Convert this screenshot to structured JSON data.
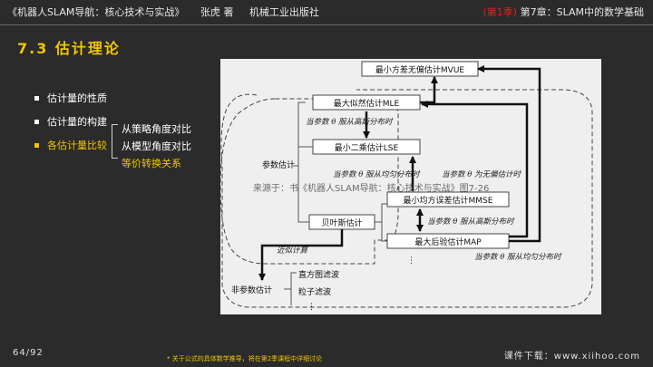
{
  "header": {
    "book_title": "《机器人SLAM导航：核心技术与实战》",
    "author": "张虎 著",
    "publisher": "机械工业出版社",
    "season_tag": "(第1季)",
    "chapter": "第7章：SLAM中的数学基础"
  },
  "section_title": "7.3 估计理论",
  "bullets": [
    {
      "label": "估计量的性质"
    },
    {
      "label": "估计量的构建"
    },
    {
      "label": "各估计量比较"
    }
  ],
  "sub_items": [
    "从策略角度对比",
    "从模型角度对比",
    "等价转换关系"
  ],
  "figure": {
    "boxes": {
      "mvue": "最小方差无偏估计MVUE",
      "mle": "最大似然估计MLE",
      "lse": "最小二乘估计LSE",
      "mmse": "最小均方误差估计MMSE",
      "map": "最大后验估计MAP",
      "bayes": "贝叶斯估计"
    },
    "labels": {
      "theta_gauss": "当参数 θ 服从高斯分布时",
      "theta_uniform_obs": "当参数 θ 服从均匀分布时",
      "theta_unbiased": "当参数 θ 为无偏估计时",
      "theta_gauss2": "当参数 θ 服从高斯分布时",
      "theta_uniform": "当参数 θ 服从均匀分布时",
      "approx": "近似计算"
    },
    "param_est": "参数估计",
    "nonparam_est": "非参数估计",
    "histogram": "直方图滤波",
    "particle": "粒子滤波",
    "dots": "⋮",
    "watermark": "来源于：书《机器人SLAM导航：核心技术与实战》图7-26"
  },
  "footer": {
    "page": "64/92",
    "note": "* 关于公式的具体数学推导，将在第2季课程中详细讨论",
    "download": "课件下载：www.xiihoo.com"
  }
}
